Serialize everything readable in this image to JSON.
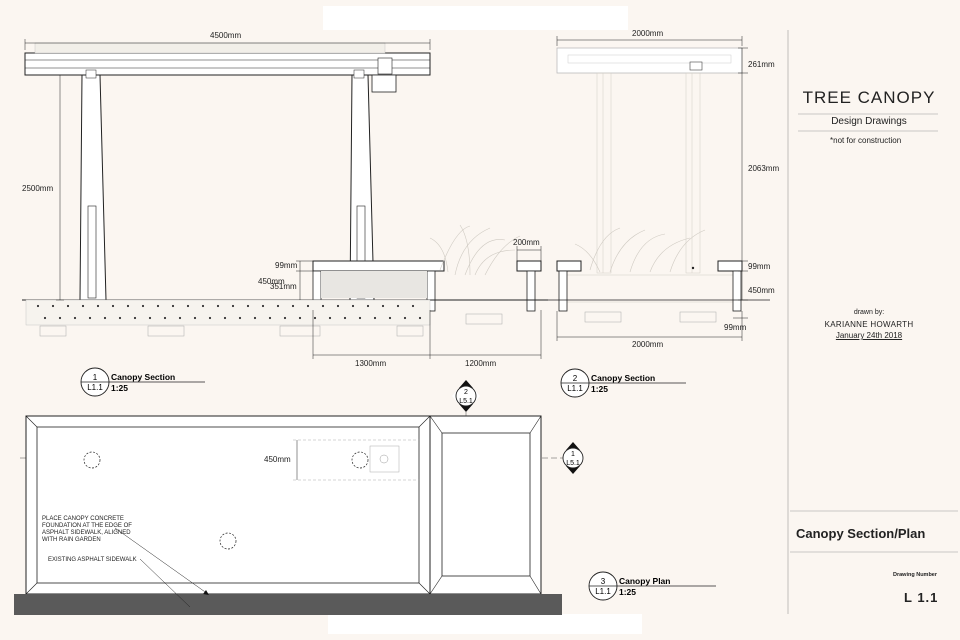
{
  "dims": {
    "d4500": "4500mm",
    "d2500": "2500mm",
    "d450a": "450mm",
    "d99a": "99mm",
    "d351": "351mm",
    "d1300": "1300mm",
    "d1200": "1200mm",
    "d200": "200mm",
    "d2000top": "2000mm",
    "d261": "261mm",
    "d2063": "2063mm",
    "d99b": "99mm",
    "d450b": "450mm",
    "d99c": "99mm",
    "d2000bot": "2000mm",
    "d450plan": "450mm"
  },
  "callouts": {
    "s1": {
      "num": "1",
      "sheet": "L1.1",
      "title": "Canopy Section",
      "scale": "1:25"
    },
    "s2": {
      "num": "2",
      "sheet": "L1.1",
      "title": "Canopy Section",
      "scale": "1:25"
    },
    "s3": {
      "num": "3",
      "sheet": "L1.1",
      "title": "Canopy Plan",
      "scale": "1:25"
    }
  },
  "markers": {
    "m1": {
      "num": "2",
      "sheet": "L5.1"
    },
    "m2": {
      "num": "1",
      "sheet": "L5.1"
    }
  },
  "notes": {
    "foundation_1": "PLACE CANOPY CONCRETE",
    "foundation_2": "FOUNDATION AT THE EDGE OF",
    "foundation_3": "ASPHALT SIDEWALK, ALIGNED",
    "foundation_4": "WITH RAIN GARDEN",
    "sidewalk": "EXISTING ASPHALT SIDEWALK"
  },
  "title_block": {
    "title": "TREE CANOPY",
    "subtitle": "Design Drawings",
    "disclaimer": "*not for construction",
    "drawn_by_label": "drawn by:",
    "author": "KARIANNE HOWARTH",
    "date": "January 24th 2018",
    "sheet_title": "Canopy Section/Plan",
    "drawing_number_label": "Drawing Number",
    "drawing_number": "L 1.1"
  }
}
